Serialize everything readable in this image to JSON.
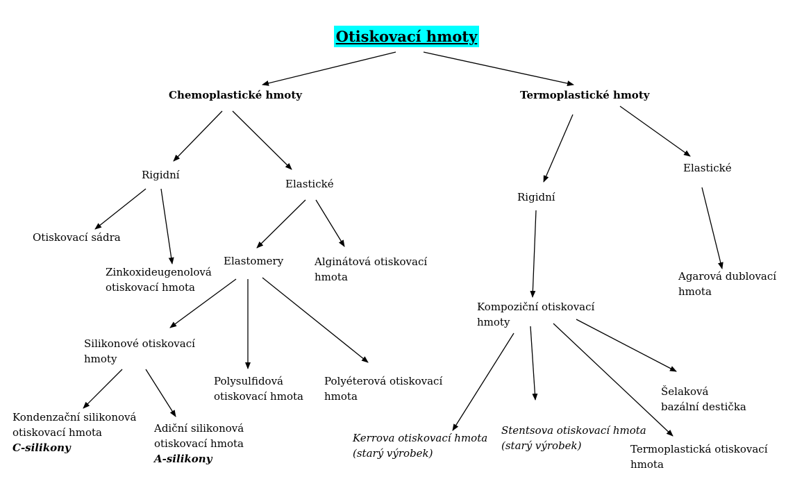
{
  "title": "Otiskovací hmoty",
  "colors": {
    "title_highlight": "#00ffff",
    "lines": "#000000"
  },
  "nodes": {
    "chemo": {
      "lines": [
        "Chemoplastické hmoty"
      ],
      "style": "bold"
    },
    "termo": {
      "lines": [
        "Termoplastické hmoty"
      ],
      "style": "bold"
    },
    "chemo_rigid": {
      "lines": [
        "Rigidní"
      ]
    },
    "chemo_elastic": {
      "lines": [
        "Elastické"
      ]
    },
    "termo_rigid": {
      "lines": [
        "Rigidní"
      ]
    },
    "termo_elastic": {
      "lines": [
        "Elastické"
      ]
    },
    "sadra": {
      "lines": [
        "Otiskovací sádra"
      ]
    },
    "zinko": {
      "lines": [
        "Zinkoxideugenolová",
        "otiskovací hmota"
      ]
    },
    "elastomery": {
      "lines": [
        "Elastomery"
      ]
    },
    "alginat": {
      "lines": [
        "Alginátová otiskovací",
        "hmota"
      ]
    },
    "kompozicni": {
      "lines": [
        "Kompoziční otiskovací",
        "hmoty"
      ]
    },
    "agar": {
      "lines": [
        "Agarová dublovací",
        "hmota"
      ]
    },
    "silikon": {
      "lines": [
        "Silikonové otiskovací",
        "hmoty"
      ]
    },
    "polysulfid": {
      "lines": [
        "Polysulfidová",
        "otiskovací hmota"
      ]
    },
    "polyeter": {
      "lines": [
        "Polyéterová otiskovací",
        "hmota"
      ]
    },
    "selak": {
      "lines": [
        "Šelaková",
        "bazální destička"
      ]
    },
    "kondenz": {
      "lines": [
        "Kondenzační silikonová",
        "otiskovací hmota"
      ],
      "note": "C-silikony"
    },
    "adicni": {
      "lines": [
        "Adiční silikonová",
        "otiskovací hmota"
      ],
      "note": "A-silikony"
    },
    "kerr": {
      "lines": [
        "Kerrova otiskovací hmota",
        "(starý výrobek)"
      ],
      "style": "italic"
    },
    "stents": {
      "lines": [
        "Stentsova otiskovací hmota",
        "(starý výrobek)"
      ],
      "style": "italic"
    },
    "termoplast": {
      "lines": [
        "Termoplastická otiskovací",
        "hmota"
      ]
    }
  }
}
